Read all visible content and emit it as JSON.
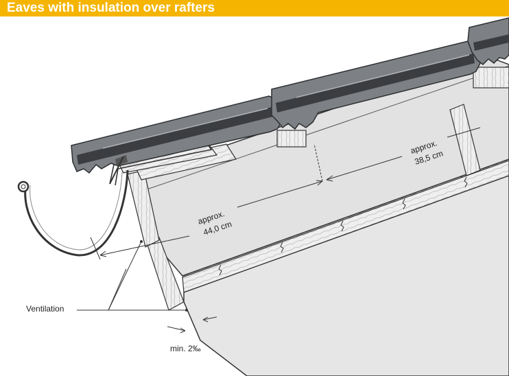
{
  "header": {
    "title": "Eaves with insulation over rafters"
  },
  "labels": {
    "dimension_lower_1": "approx.",
    "dimension_lower_2": "44,0 cm",
    "dimension_upper_1": "approx.",
    "dimension_upper_2": "38,5 cm",
    "ventilation": "Ventilation",
    "slope": "min. 2‰"
  },
  "colors": {
    "banner": "#f5b400",
    "tile": "#7d8084",
    "tile_dark": "#3b3d40",
    "timber": "#ececec",
    "insulation_panel": "#e2e2e2",
    "board": "#dcdcdc",
    "line": "#333333"
  }
}
